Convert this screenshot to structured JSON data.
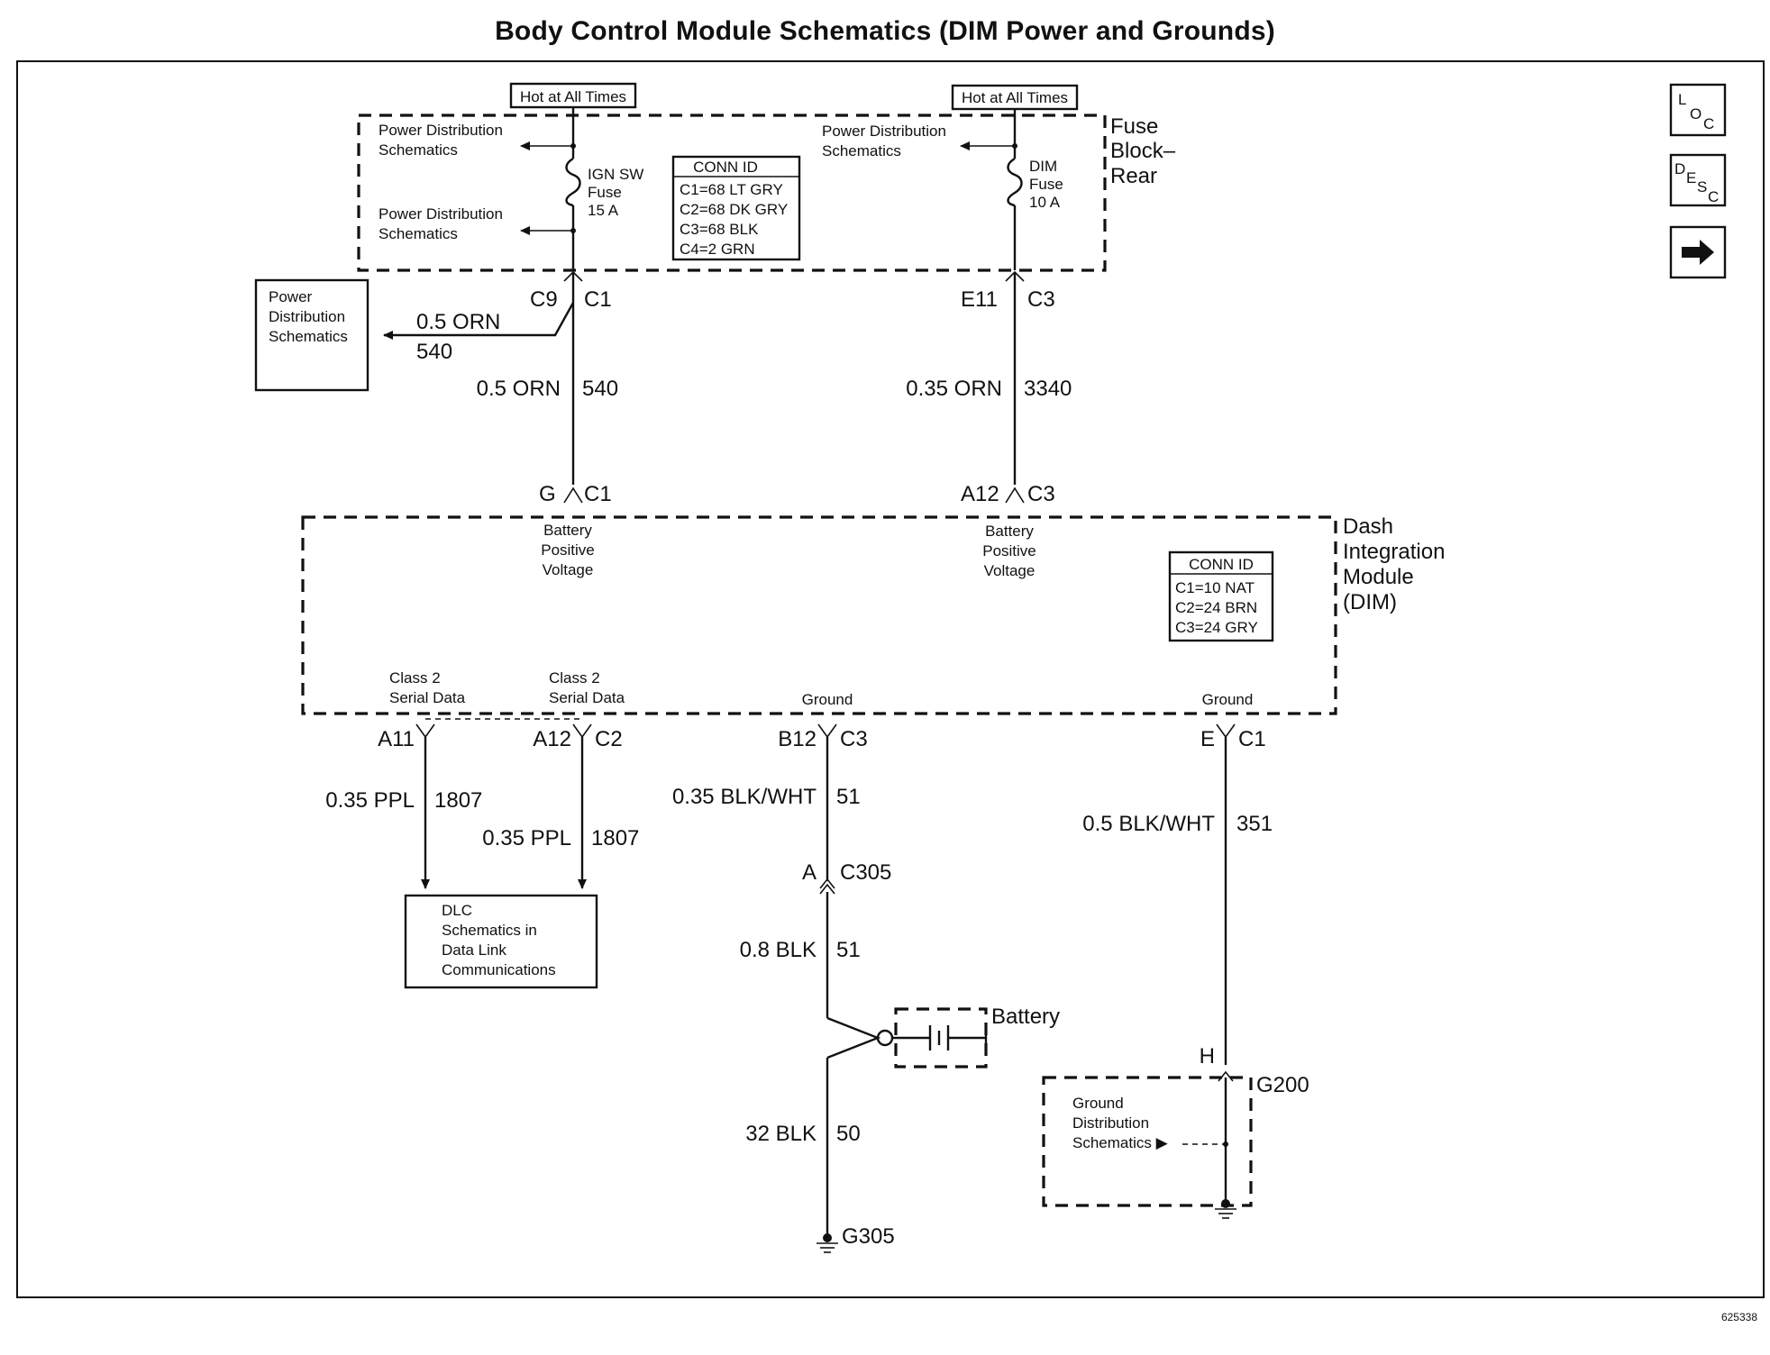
{
  "title": "Body Control Module Schematics (DIM Power and Grounds)",
  "doc_number": "625338",
  "nav": {
    "loc_main": "L",
    "loc_sub": "O",
    "loc_sub2": "C",
    "desc_main": "D",
    "desc_sub": "E",
    "desc_sub2": "S",
    "desc_sub3": "C",
    "next_arrow": "→"
  },
  "fuse_block": {
    "label": [
      "Fuse",
      "Block–",
      "Rear"
    ],
    "hot_left": "Hot at All Times",
    "hot_right": "Hot at All Times",
    "pd_top_left": [
      "Power Distribution",
      "Schematics"
    ],
    "pd_bottom_left": [
      "Power Distribution",
      "Schematics"
    ],
    "pd_top_right": [
      "Power Distribution",
      "Schematics"
    ],
    "fuse_left": [
      "IGN SW",
      "Fuse",
      "15 A"
    ],
    "fuse_right": [
      "DIM",
      "Fuse",
      "10 A"
    ],
    "conn_id": {
      "title": "CONN ID",
      "rows": [
        "C1=68 LT GRY",
        "C2=68 DK GRY",
        "C3=68 BLK",
        "C4=2 GRN"
      ]
    }
  },
  "pd_box": [
    "Power",
    "Distribution",
    "Schematics"
  ],
  "upper_left_circuit": {
    "pin": "C9",
    "connector": "C1",
    "branch_wire": "0.5 ORN",
    "branch_circuit": "540",
    "wire": "0.5 ORN",
    "circuit": "540",
    "dim_pin": "G",
    "dim_connector": "C1",
    "dim_label": [
      "Battery",
      "Positive",
      "Voltage"
    ]
  },
  "upper_right_circuit": {
    "pin": "E11",
    "connector": "C3",
    "wire": "0.35 ORN",
    "circuit": "3340",
    "dim_pin": "A12",
    "dim_connector": "C3",
    "dim_label": [
      "Battery",
      "Positive",
      "Voltage"
    ]
  },
  "dim": {
    "label": [
      "Dash",
      "Integration",
      "Module",
      "(DIM)"
    ],
    "conn_id": {
      "title": "CONN ID",
      "rows": [
        "C1=10 NAT",
        "C2=24 BRN",
        "C3=24 GRY"
      ]
    },
    "serial_left": [
      "Class 2",
      "Serial Data"
    ],
    "serial_right": [
      "Class 2",
      "Serial Data"
    ],
    "ground_mid": "Ground",
    "ground_right": "Ground"
  },
  "serial_left": {
    "pin": "A11",
    "wire": "0.35 PPL",
    "circuit": "1807"
  },
  "serial_right": {
    "pin": "A12",
    "connector": "C2",
    "wire": "0.35 PPL",
    "circuit": "1807"
  },
  "dlc_box": [
    "DLC",
    "Schematics in",
    "Data Link",
    "Communications"
  ],
  "ground_mid": {
    "pin": "B12",
    "connector": "C3",
    "wire": "0.35 BLK/WHT",
    "circuit": "51",
    "inline_pin": "A",
    "inline_connector": "C305",
    "wire2": "0.8 BLK",
    "circuit2": "51",
    "battery": "Battery",
    "wire3": "32 BLK",
    "circuit3": "50",
    "ground": "G305"
  },
  "ground_right": {
    "pin": "E",
    "connector": "C1",
    "wire": "0.5 BLK/WHT",
    "circuit": "351",
    "inline_pin": "H",
    "ground": "G200",
    "gd_box": [
      "Ground",
      "Distribution",
      "Schematics ▶"
    ]
  }
}
